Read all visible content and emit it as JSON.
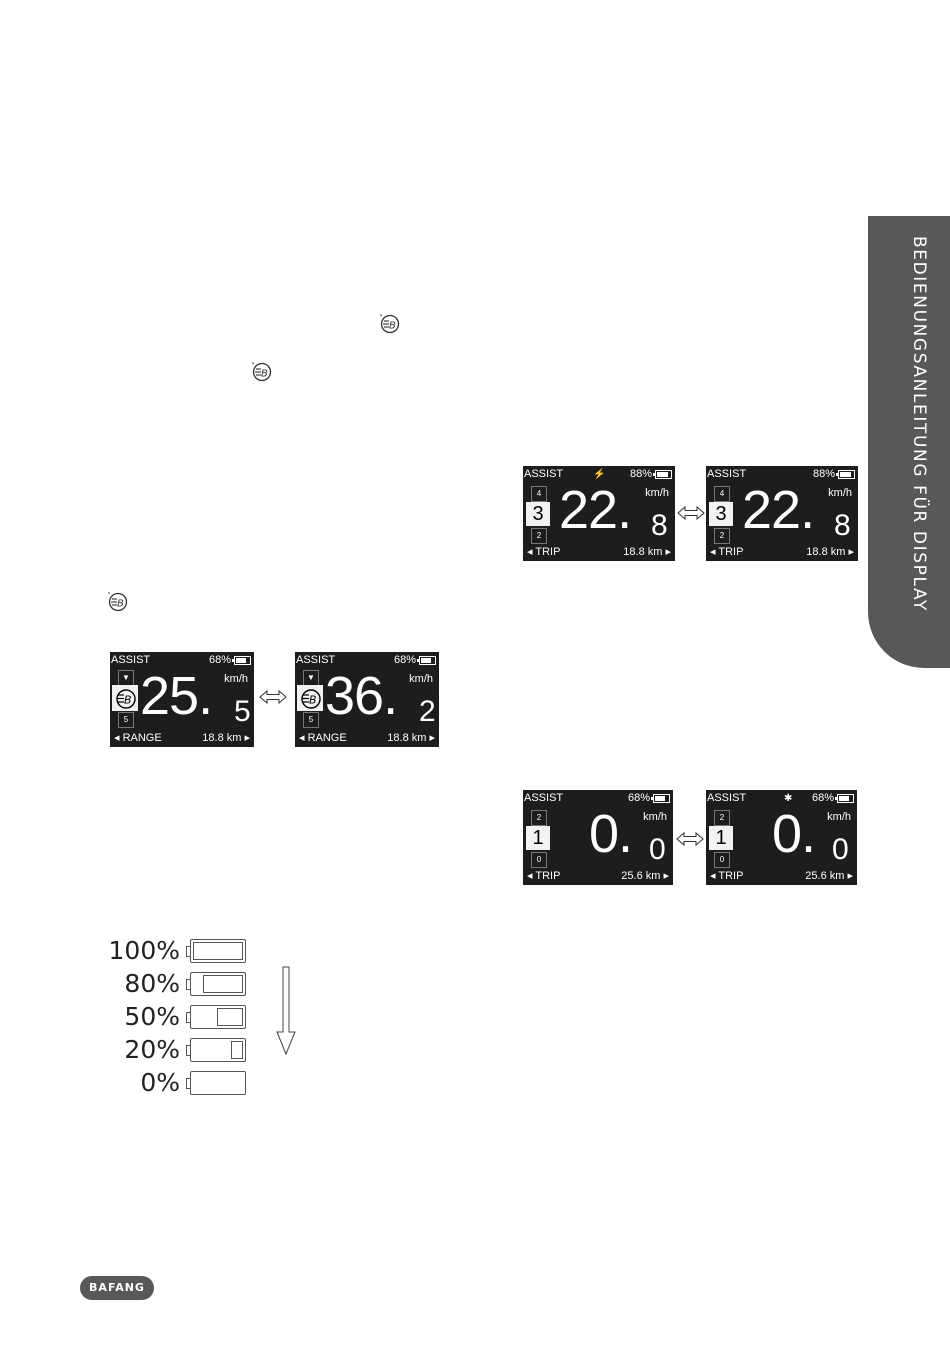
{
  "side_tab": {
    "text": "BEDIENUNGSANLEITUNG FÜR DISPLAY"
  },
  "displays": [
    {
      "assist": "ASSIST",
      "battery": "68%",
      "battery_level": 0.9,
      "level_top_icon": "▼",
      "level_bottom": "5",
      "speed": "25.",
      "decimal": "5",
      "unit": "km/h",
      "footer_label": "◂ RANGE",
      "footer_value": "18.8 km ▸"
    },
    {
      "assist": "ASSIST",
      "battery": "68%",
      "battery_level": 0.9,
      "level_top_icon": "▼",
      "level_bottom": "5",
      "speed": "36.",
      "decimal": "2",
      "unit": "km/h",
      "footer_label": "◂ RANGE",
      "footer_value": "18.8 km ▸"
    },
    {
      "assist": "ASSIST",
      "battery": "88%",
      "battery_level": 1.0,
      "level_top": "4",
      "level_sel": "3",
      "level_bottom": "2",
      "speed": "22.",
      "decimal": "8",
      "unit": "km/h",
      "footer_label": "◂ TRIP",
      "footer_value": "18.8 km ▸"
    },
    {
      "assist": "ASSIST",
      "battery": "88%",
      "battery_level": 1.0,
      "level_top": "4",
      "level_sel": "3",
      "level_bottom": "2",
      "speed": "22.",
      "decimal": "8",
      "unit": "km/h",
      "footer_label": "◂ TRIP",
      "footer_value": "18.8 km ▸"
    },
    {
      "assist": "ASSIST",
      "battery": "68%",
      "battery_level": 0.9,
      "level_top": "2",
      "level_sel": "1",
      "level_bottom": "0",
      "speed": "0.",
      "decimal": "0",
      "unit": "km/h",
      "footer_label": "◂ TRIP",
      "footer_value": "25.6 km ▸"
    },
    {
      "assist": "ASSIST",
      "battery": "68%",
      "battery_level": 0.9,
      "level_top": "2",
      "level_sel": "1",
      "level_bottom": "0",
      "speed": "0.",
      "decimal": "0",
      "unit": "km/h",
      "footer_label": "◂ TRIP",
      "footer_value": "25.6 km ▸"
    }
  ],
  "battery_levels": [
    {
      "label": "100%",
      "level": 1.0
    },
    {
      "label": "80%",
      "level": 0.8
    },
    {
      "label": "50%",
      "level": 0.5
    },
    {
      "label": "20%",
      "level": 0.2
    },
    {
      "label": "0%",
      "level": 0.0
    }
  ],
  "logo": {
    "text": "BAFANG"
  }
}
